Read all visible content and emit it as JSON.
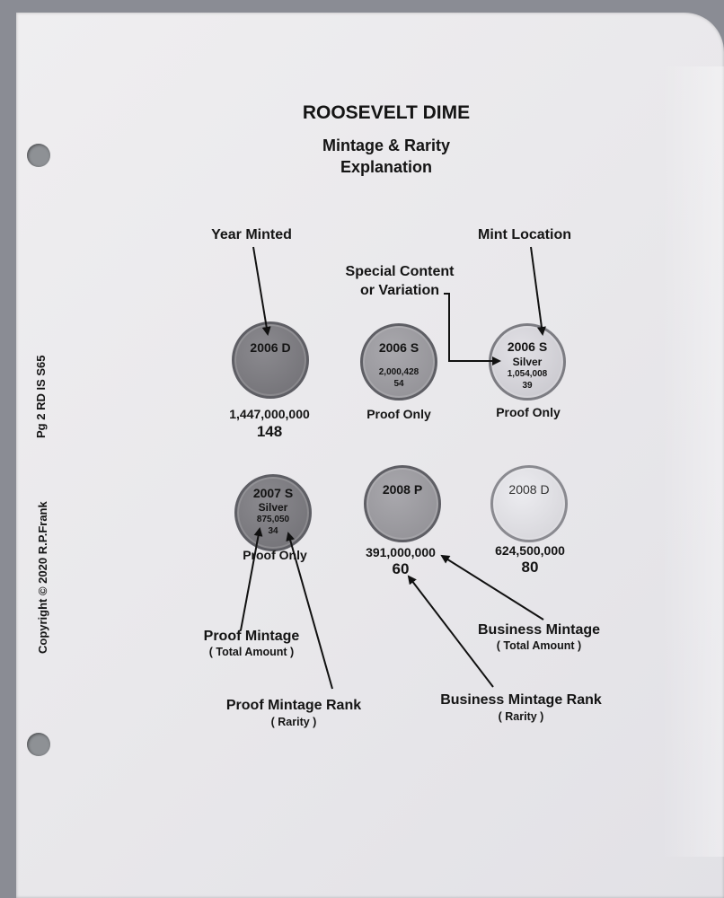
{
  "title": "ROOSEVELT DIME",
  "subtitle_line1": "Mintage & Rarity",
  "subtitle_line2": "Explanation",
  "side": {
    "code": "Pg 2    RD  IS  S65",
    "copyright": "Copyright © 2020 R.P.Frank"
  },
  "labels": {
    "year_minted": "Year Minted",
    "mint_location": "Mint Location",
    "special_line1": "Special Content",
    "special_line2": "or Variation",
    "proof_mintage": "Proof Mintage",
    "proof_mintage_sub": "( Total Amount )",
    "proof_rank": "Proof Mintage Rank",
    "proof_rank_sub": "( Rarity )",
    "business_mintage": "Business Mintage",
    "business_mintage_sub": "( Total Amount )",
    "business_rank": "Business Mintage Rank",
    "business_rank_sub": "( Rarity )"
  },
  "coins": [
    {
      "year": "2006 D",
      "mintage": "1,447,000,000",
      "rank": "148"
    },
    {
      "year": "2006 S",
      "proof_mintage": "2,000,428",
      "proof_rank": "54",
      "note": "Proof Only"
    },
    {
      "year": "2006 S",
      "variant": "Silver",
      "proof_mintage": "1,054,008",
      "proof_rank": "39",
      "note": "Proof Only"
    },
    {
      "year": "2007 S",
      "variant": "Silver",
      "proof_mintage": "875,050",
      "proof_rank": "34",
      "note": "Proof Only"
    },
    {
      "year": "2008 P",
      "mintage": "391,000,000",
      "rank": "60"
    },
    {
      "year": "2008 D",
      "mintage": "624,500,000",
      "rank": "80"
    }
  ]
}
